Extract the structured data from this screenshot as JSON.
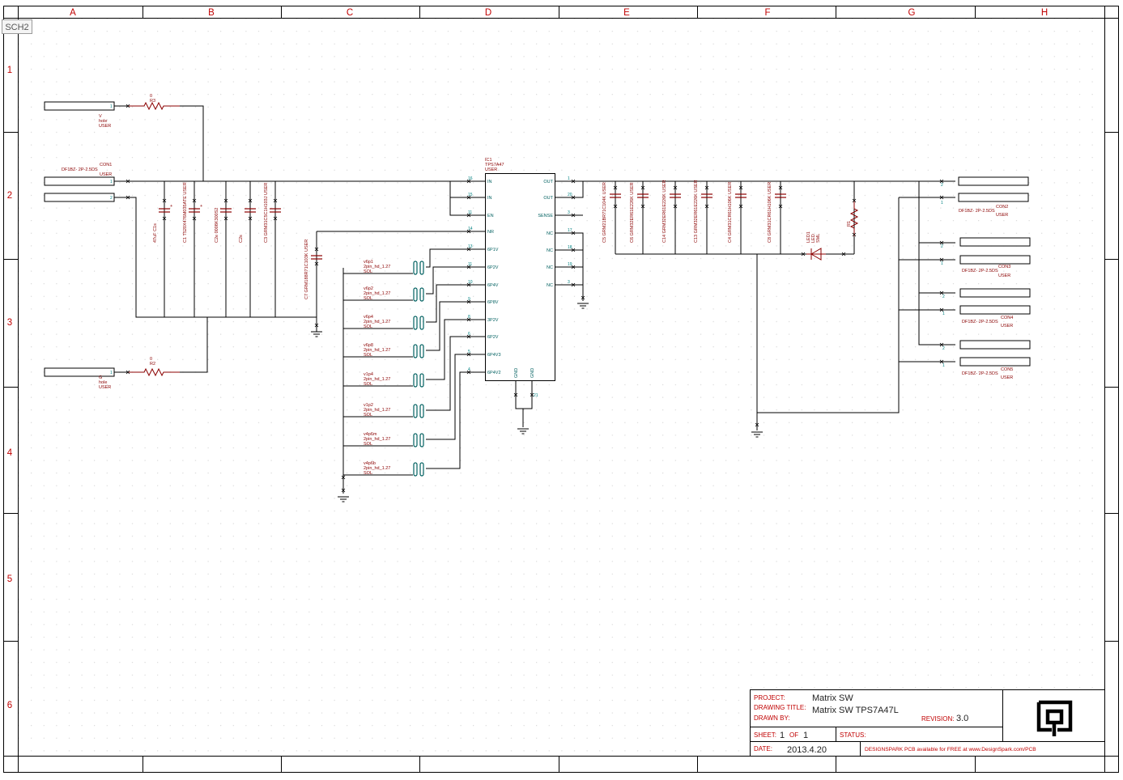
{
  "window": {
    "tab_label": "SCH2"
  },
  "frame": {
    "col_labels": [
      "A",
      "B",
      "C",
      "D",
      "E",
      "F",
      "G",
      "H"
    ],
    "row_labels": [
      "1",
      "2",
      "3",
      "4",
      "5",
      "6"
    ]
  },
  "title_block": {
    "project_label": "PROJECT:",
    "project": "Matrix SW",
    "drawing_title_label": "DRAWING TITLE:",
    "drawing_title": "Matrix SW TPS7A47L",
    "drawn_by_label": "DRAWN BY:",
    "drawn_by": "",
    "revision_label": "REVISION:",
    "revision": "3.0",
    "sheet_label": "SHEET:",
    "sheet": "1",
    "of_label": "OF",
    "of": "1",
    "status_label": "STATUS:",
    "status": "",
    "date_label": "DATE:",
    "date": "2013.4.20",
    "footer": "DESIGNSPARK PCB available for FREE at www.DesignSpark.com/PCB"
  },
  "ic": {
    "ref": "IC1",
    "part": "TPS7A47",
    "user": "USER",
    "left_pins": [
      {
        "num": "16",
        "name": "IN"
      },
      {
        "num": "15",
        "name": "IN"
      },
      {
        "num": "11",
        "name": "EN"
      },
      {
        "num": "14",
        "name": "NR"
      },
      {
        "num": "13",
        "name": "6P1V"
      },
      {
        "num": "11",
        "name": "6P2V"
      },
      {
        "num": "10",
        "name": "6P4V"
      },
      {
        "num": "9",
        "name": "6P8V"
      },
      {
        "num": "8",
        "name": "3P2V"
      },
      {
        "num": "6",
        "name": "6P2V"
      },
      {
        "num": "5",
        "name": "6P4V3"
      },
      {
        "num": "4",
        "name": "6P4V2"
      }
    ],
    "right_pins": [
      {
        "num": "1",
        "name": "OUT"
      },
      {
        "num": "20",
        "name": "OUT"
      },
      {
        "num": "3",
        "name": "SENSE"
      },
      {
        "num": "17",
        "name": "NC"
      },
      {
        "num": "18",
        "name": "NC"
      },
      {
        "num": "19",
        "name": "NC"
      },
      {
        "num": "3",
        "name": "NC"
      }
    ],
    "bottom_pins": [
      {
        "name": "GND"
      },
      {
        "name": "GND"
      }
    ],
    "bottom_numbers": [
      "",
      "21"
    ]
  },
  "jumpers": [
    {
      "ref": "v6p1",
      "part": "2pin_hd_1.27",
      "user": "SOL"
    },
    {
      "ref": "v6p2",
      "part": "2pin_hd_1.27",
      "user": "SOL"
    },
    {
      "ref": "v6p4",
      "part": "2pin_hd_1.27",
      "user": "SOL"
    },
    {
      "ref": "v6p8",
      "part": "2pin_hd_1.27",
      "user": "SOL"
    },
    {
      "ref": "v1p4",
      "part": "2pin_hd_1.27",
      "user": "SOL"
    },
    {
      "ref": "v1p2",
      "part": "2pin_hd_1.27",
      "user": "SOL"
    },
    {
      "ref": "v4p6m",
      "part": "2pin_hd_1.27",
      "user": "SOL"
    },
    {
      "ref": "v4p6b",
      "part": "2pin_hd_1.27",
      "user": "SOL"
    }
  ],
  "connectors": [
    {
      "name": "CON1",
      "part": "DF1BZ- 2P-2.5DS",
      "user": "USER"
    },
    {
      "name": "CON2",
      "part": "DF1BZ- 2P-2.5DS",
      "user": "USER"
    },
    {
      "name": "CON3",
      "part": "DF1BZ- 2P-2.5DS",
      "user": "USER"
    },
    {
      "name": "CON4",
      "part": "DF1BZ- 2P-2.5DS",
      "user": "USER"
    },
    {
      "name": "CON5",
      "part": "DF1BZ- 2P-2.5DS",
      "user": "USER"
    }
  ],
  "holes": [
    {
      "ref": "V",
      "text": "hole",
      "user": "USER"
    },
    {
      "ref": "G",
      "text": "hole",
      "user": "USER"
    }
  ],
  "resistors": [
    {
      "ref": "R3",
      "value": "0"
    },
    {
      "ref": "R2",
      "value": "0"
    },
    {
      "ref": "R1",
      "value": ""
    }
  ],
  "input_caps": [
    {
      "text": "47uF C1s"
    },
    {
      "text": "C1 T520X476M035ATE USER"
    },
    {
      "text": "C2e 0008K300S2"
    },
    {
      "text": "C2s"
    },
    {
      "text": "C3 GRM31C5C1H103J USER"
    },
    {
      "text": ""
    }
  ],
  "nr_cap": {
    "text": "C7 GRM188R71C103K USER"
  },
  "output_caps": [
    {
      "text": "C5 GRM21BR71C104K USER"
    },
    {
      "text": "C6 GRM32ER61E226K USER"
    },
    {
      "text": "C14 GRM32ER61E226K USER"
    },
    {
      "text": "C13 GRM32ER61E226K USER"
    },
    {
      "text": "C4 GRM31CR61H106K USER"
    },
    {
      "text": "C8 GRM31CR61H106K USER"
    }
  ],
  "led": {
    "ref": "LED1",
    "text": "LED",
    "user": "SML"
  },
  "colors": {
    "wire": "#000000",
    "component": "#8b0000",
    "reference": "#c00000",
    "pin": "#008080",
    "frame": "#000000",
    "dot_grid": "#c8c8c8"
  }
}
